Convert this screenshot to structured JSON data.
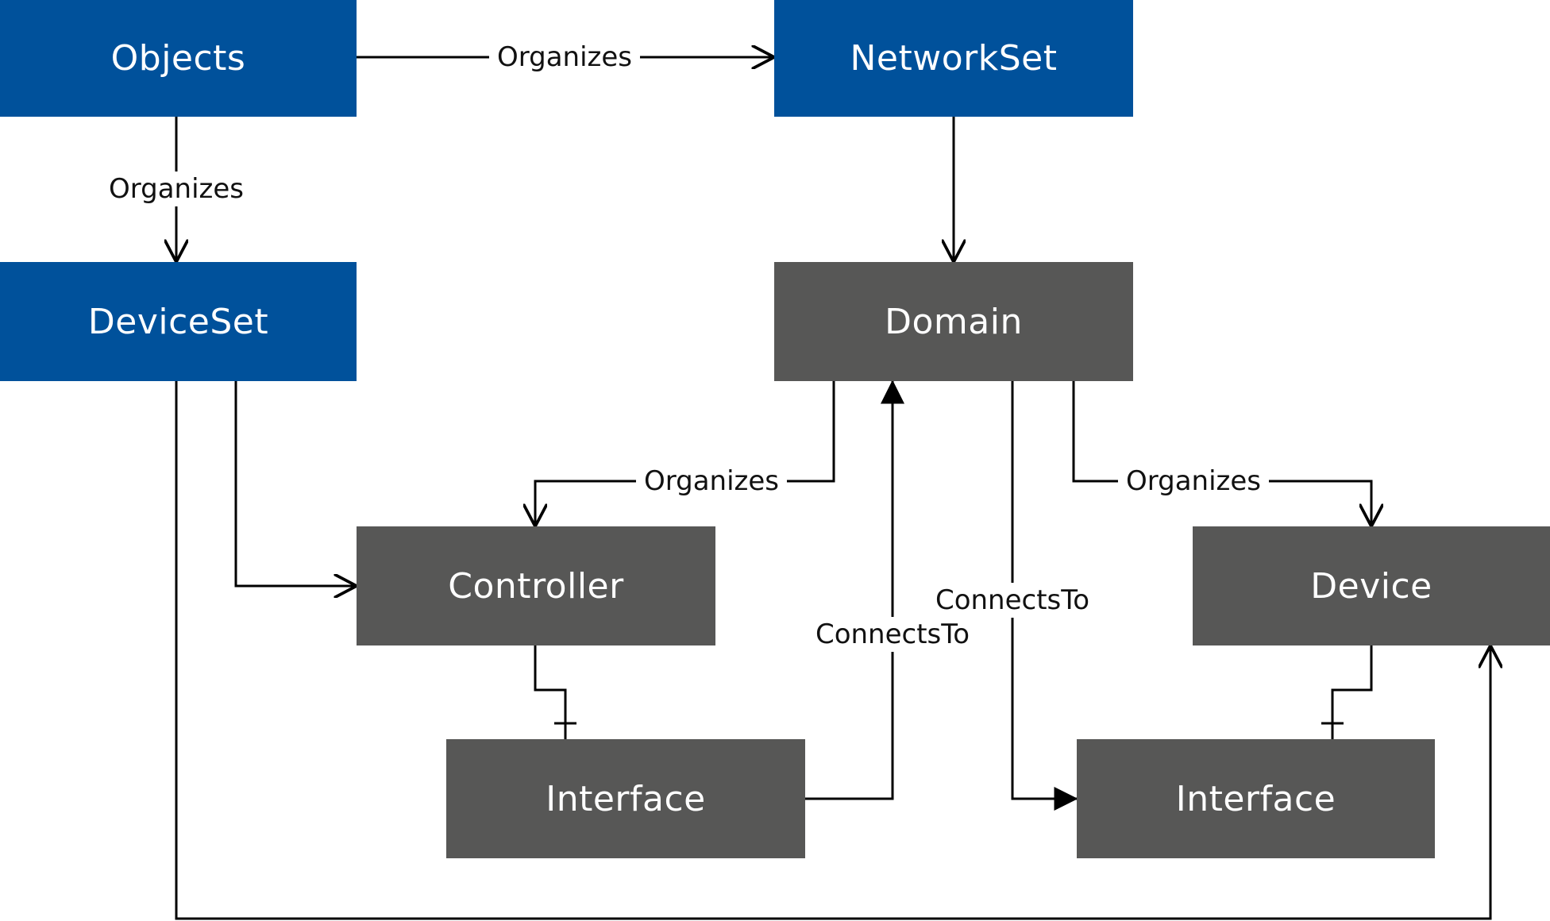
{
  "nodes": {
    "objects": "Objects",
    "networkset": "NetworkSet",
    "deviceset": "DeviceSet",
    "domain": "Domain",
    "controller": "Controller",
    "device": "Device",
    "interface_left": "Interface",
    "interface_right": "Interface"
  },
  "edges": {
    "objects_to_networkset": "Organizes",
    "objects_to_deviceset": "Organizes",
    "domain_to_controller": "Organizes",
    "domain_to_device": "Organizes",
    "interface_left_connects": "ConnectsTo",
    "interface_right_connects": "ConnectsTo"
  },
  "colors": {
    "object_node": "#00519b",
    "type_node": "#575756",
    "connector": "#000000"
  }
}
